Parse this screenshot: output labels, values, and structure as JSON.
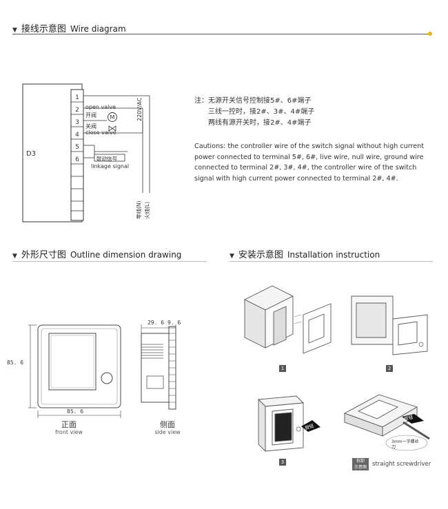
{
  "sections": {
    "wire": {
      "cn": "接线示意图",
      "en": "Wire diagram"
    },
    "outline": {
      "cn": "外形尺寸图",
      "en": "Outline dimension drawing"
    },
    "install": {
      "cn": "安装示意图",
      "en": "Installation instruction"
    }
  },
  "wire_diagram": {
    "device_label": "D3",
    "terminals": [
      "1",
      "2",
      "3",
      "4",
      "5",
      "6"
    ],
    "open_valve_en": "open valve",
    "open_valve_cn": "开阀",
    "close_valve_cn": "关阀",
    "close_valve_en": "close valve",
    "motor": "M",
    "linkage_cn": "联动信号",
    "linkage_en": "linkage signal",
    "voltage": "220V/AC",
    "neutral": "零线(N)",
    "live": "火线(L)"
  },
  "notes_cn": [
    "注：无源开关信号控制接5#、6#端子",
    "三线一控时，接2#、3#、4#端子",
    "两线有源开关时，接2#、4#端子"
  ],
  "caution_en": "Cautions: the controller wire of the switch signal without high current power connected to terminal 5#, 6#,  live wire, null wire, ground wire connected to terminal 2#, 3#, 4#, the controller wire of the switch signal with high current power connected to terminal 2#, 4#.",
  "outline": {
    "height_dim": "85. 6",
    "width_dim": "85. 6",
    "depth_dim": "29. 6",
    "front_depth_dim": "9. 6",
    "front_cn": "正面",
    "front_en": "front view",
    "side_cn": "侧面",
    "side_en": "side view"
  },
  "install": {
    "steps": [
      "1",
      "2",
      "3"
    ],
    "tag": "按钮",
    "tool_note": "3mm一字螺丝刀",
    "remove_cn_1": "拆卸",
    "remove_cn_2": "示意图",
    "screwdriver_en": "straight screwdriver"
  }
}
